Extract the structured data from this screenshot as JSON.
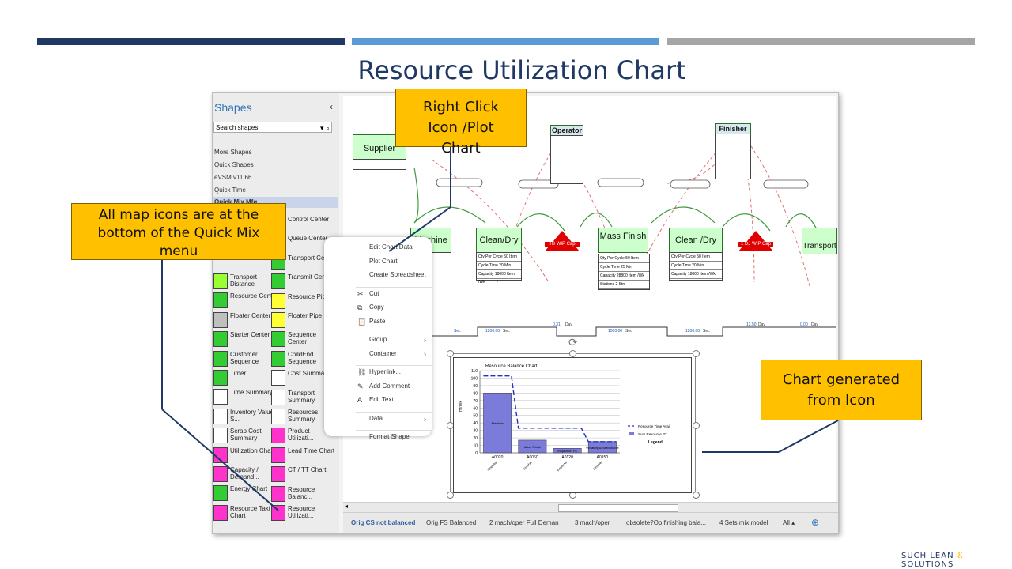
{
  "slide": {
    "title": "Resource Utilization  Chart",
    "bar_colors": [
      "#1f3864",
      "#5b9bd5",
      "#a5a5a5"
    ]
  },
  "shapes_panel": {
    "title": "Shapes",
    "collapse_icon": "chevron-left-icon",
    "search_placeholder": "Search shapes",
    "stencils": [
      "More Shapes",
      "Quick Shapes",
      "eVSM v11.66",
      "Quick Time",
      "Quick Mix Mfg"
    ],
    "active_stencil": "Quick Mix Mfg",
    "items_left": [
      {
        "label": "Transport Distance",
        "color": "#99ff33"
      },
      {
        "label": "Resource Center",
        "color": "#33cc33"
      },
      {
        "label": "Floater Center",
        "color": "#bfbfbf"
      },
      {
        "label": "Starter Center",
        "color": "#33cc33"
      },
      {
        "label": "Customer Sequence",
        "color": "#33cc33"
      },
      {
        "label": "Timer",
        "color": "#33cc33"
      },
      {
        "label": "Time Summary",
        "color": "#ffffff"
      },
      {
        "label": "Inventory Value S...",
        "color": "#ffffff"
      },
      {
        "label": "Scrap Cost Summary",
        "color": "#ffffff"
      },
      {
        "label": "Utilization Chart",
        "color": "#ff33cc"
      },
      {
        "label": "Capacity / Demand...",
        "color": "#ff33cc"
      },
      {
        "label": "Energy Chart",
        "color": "#33cc33"
      },
      {
        "label": "Resource Takt Chart",
        "color": "#ff33cc"
      }
    ],
    "items_right": [
      {
        "label": "Control Center",
        "color": "#33cc33"
      },
      {
        "label": "Queue Center",
        "color": "#33cc33"
      },
      {
        "label": "Transport Center",
        "color": "#33cc33"
      },
      {
        "label": "Transmit Center",
        "color": "#33cc33"
      },
      {
        "label": "Resource Pipe",
        "color": "#ffff33"
      },
      {
        "label": "Floater Pipe",
        "color": "#ffff33"
      },
      {
        "label": "Sequence Center",
        "color": "#33cc33"
      },
      {
        "label": "ChildEnd Sequence",
        "color": "#33cc33"
      },
      {
        "label": "Cost Summary",
        "color": "#ffffff"
      },
      {
        "label": "Transport Summary",
        "color": "#ffffff"
      },
      {
        "label": "Resources Summary",
        "color": "#ffffff"
      },
      {
        "label": "Product Utilizati...",
        "color": "#ff33cc"
      },
      {
        "label": "Lead Time Chart",
        "color": "#ff33cc"
      },
      {
        "label": "CT / TT Chart",
        "color": "#ff33cc"
      },
      {
        "label": "Resource Balanc...",
        "color": "#ff33cc"
      },
      {
        "label": "Resource Utilizati...",
        "color": "#ff33cc"
      }
    ]
  },
  "context_menu": {
    "items": [
      {
        "label": "Edit Chart Data",
        "icon": "",
        "arrow": false
      },
      {
        "label": "Plot Chart",
        "icon": "",
        "arrow": false
      },
      {
        "label": "Create Spreadsheet",
        "icon": "",
        "arrow": false
      },
      {
        "label": "Cut",
        "icon": "scissors-icon",
        "arrow": false
      },
      {
        "label": "Copy",
        "icon": "copy-icon",
        "arrow": false
      },
      {
        "label": "Paste",
        "icon": "paste-icon",
        "arrow": false
      },
      {
        "label": "Group",
        "icon": "",
        "arrow": true
      },
      {
        "label": "Container",
        "icon": "",
        "arrow": true
      },
      {
        "label": "Hyperlink...",
        "icon": "link-icon",
        "arrow": false
      },
      {
        "label": "Add Comment",
        "icon": "comment-icon",
        "arrow": false
      },
      {
        "label": "Edit Text",
        "icon": "text-icon",
        "arrow": false
      },
      {
        "label": "Data",
        "icon": "",
        "arrow": true
      },
      {
        "label": "Format Shape",
        "icon": "",
        "arrow": false
      }
    ]
  },
  "callouts": {
    "right_click": "Right Click Icon /Plot Chart",
    "map_icons": "All map icons are at the bottom of the Quick Mix menu",
    "chart_generated": "Chart generated from Icon"
  },
  "vsm": {
    "supplier": "Supplier",
    "operator": "Operator",
    "finisher": "Finisher",
    "machine": "Machine",
    "clean_dry_1": "Clean/Dry",
    "wip_tb": "TB WIP Cap",
    "mass_finish": "Mass Finish",
    "clean_dry_2": "Clean /Dry",
    "wip_dj": "1 DJ WIP Cap",
    "transport": "Transport",
    "timeline_values": [
      "Sec",
      "1200.00",
      "Sec",
      "0.31",
      "Day",
      "1500.00",
      "Sec",
      "1200.00",
      "Sec",
      "12.50",
      "Day",
      "0.00",
      "Day"
    ],
    "clean_dry_table": [
      [
        "Qty Per Cycle",
        "50",
        "Item"
      ],
      [
        "Cycle Time",
        "20",
        "Min"
      ],
      [
        "Capacity",
        "18000",
        "Item /Wk"
      ]
    ],
    "mass_finish_table": [
      [
        "Qty Per Cycle",
        "50",
        "Item"
      ],
      [
        "Cycle Time",
        "25",
        "Min"
      ],
      [
        "Capacity",
        "28800",
        "Item /Wk"
      ],
      [
        "Stations",
        "2",
        "Stn"
      ]
    ],
    "clean_dry2_table": [
      [
        "Qty Per Cycle",
        "50",
        "Item"
      ],
      [
        "Cycle Time",
        "20",
        "Min"
      ],
      [
        "Capacity",
        "18000",
        "Item /Wk"
      ]
    ]
  },
  "tabs": {
    "items": [
      "Orig CS not balanced",
      "Orig FS Balanced",
      "2 mach/oper Full Deman",
      "3 mach/oper",
      "obsolete?Op finishing bala...",
      "4 Sets mix model",
      "All ▴"
    ],
    "active": "Orig CS not balanced",
    "add_icon": "plus-circle-icon"
  },
  "chart_data": {
    "type": "bar",
    "title": "Resource Balance Chart",
    "categories": [
      "A0020",
      "A0060",
      "A0120",
      "A0150"
    ],
    "category_sublabels": [
      "Operator",
      "Finisher",
      "Inspector",
      "Finisher"
    ],
    "bar_labels": [
      "Machine",
      "Mass Finish",
      "Inspection FS",
      "Vibratory & Serviceable"
    ],
    "series": [
      {
        "name": "Sum Resource PT",
        "values": [
          80,
          17,
          6,
          15
        ],
        "color": "#7b7bd9"
      },
      {
        "name": "Resource Time Avail",
        "values": [
          103,
          33,
          33,
          15
        ],
        "color": "#1f2fcf"
      }
    ],
    "ylabel": "Hr/Wk",
    "ylim": [
      0,
      110
    ],
    "yticks": [
      0,
      10,
      20,
      30,
      40,
      50,
      60,
      70,
      80,
      90,
      100,
      110
    ],
    "legend_title": "Legend",
    "legend_position": "right",
    "grid": true
  },
  "logo": {
    "left": "SUCH LEAN",
    "right": "SOLUTIONS"
  }
}
